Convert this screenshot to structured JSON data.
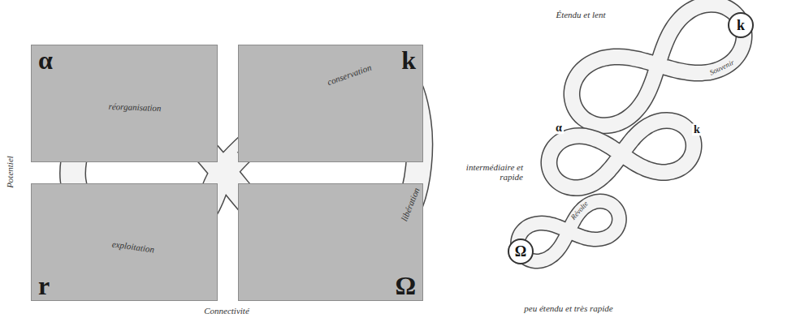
{
  "diagram": {
    "nodes": [
      {
        "text": [
          "α"
        ]
      },
      {
        "text": [
          "k"
        ]
      },
      {
        "text": [
          "r"
        ]
      },
      {
        "text": [
          "Ω"
        ]
      },
      {
        "text": [
          "k"
        ]
      },
      {
        "text": [
          "Ω"
        ]
      }
    ],
    "labels": [
      "réorganisation",
      "conservation",
      "exploitation",
      "libération",
      "Potentiel",
      "Connectivité",
      "Étendu et lent",
      "Souvenir",
      "α",
      "k",
      "intermédiaire et rapide",
      "Révolte",
      "peu étendu et très rapide"
    ]
  }
}
